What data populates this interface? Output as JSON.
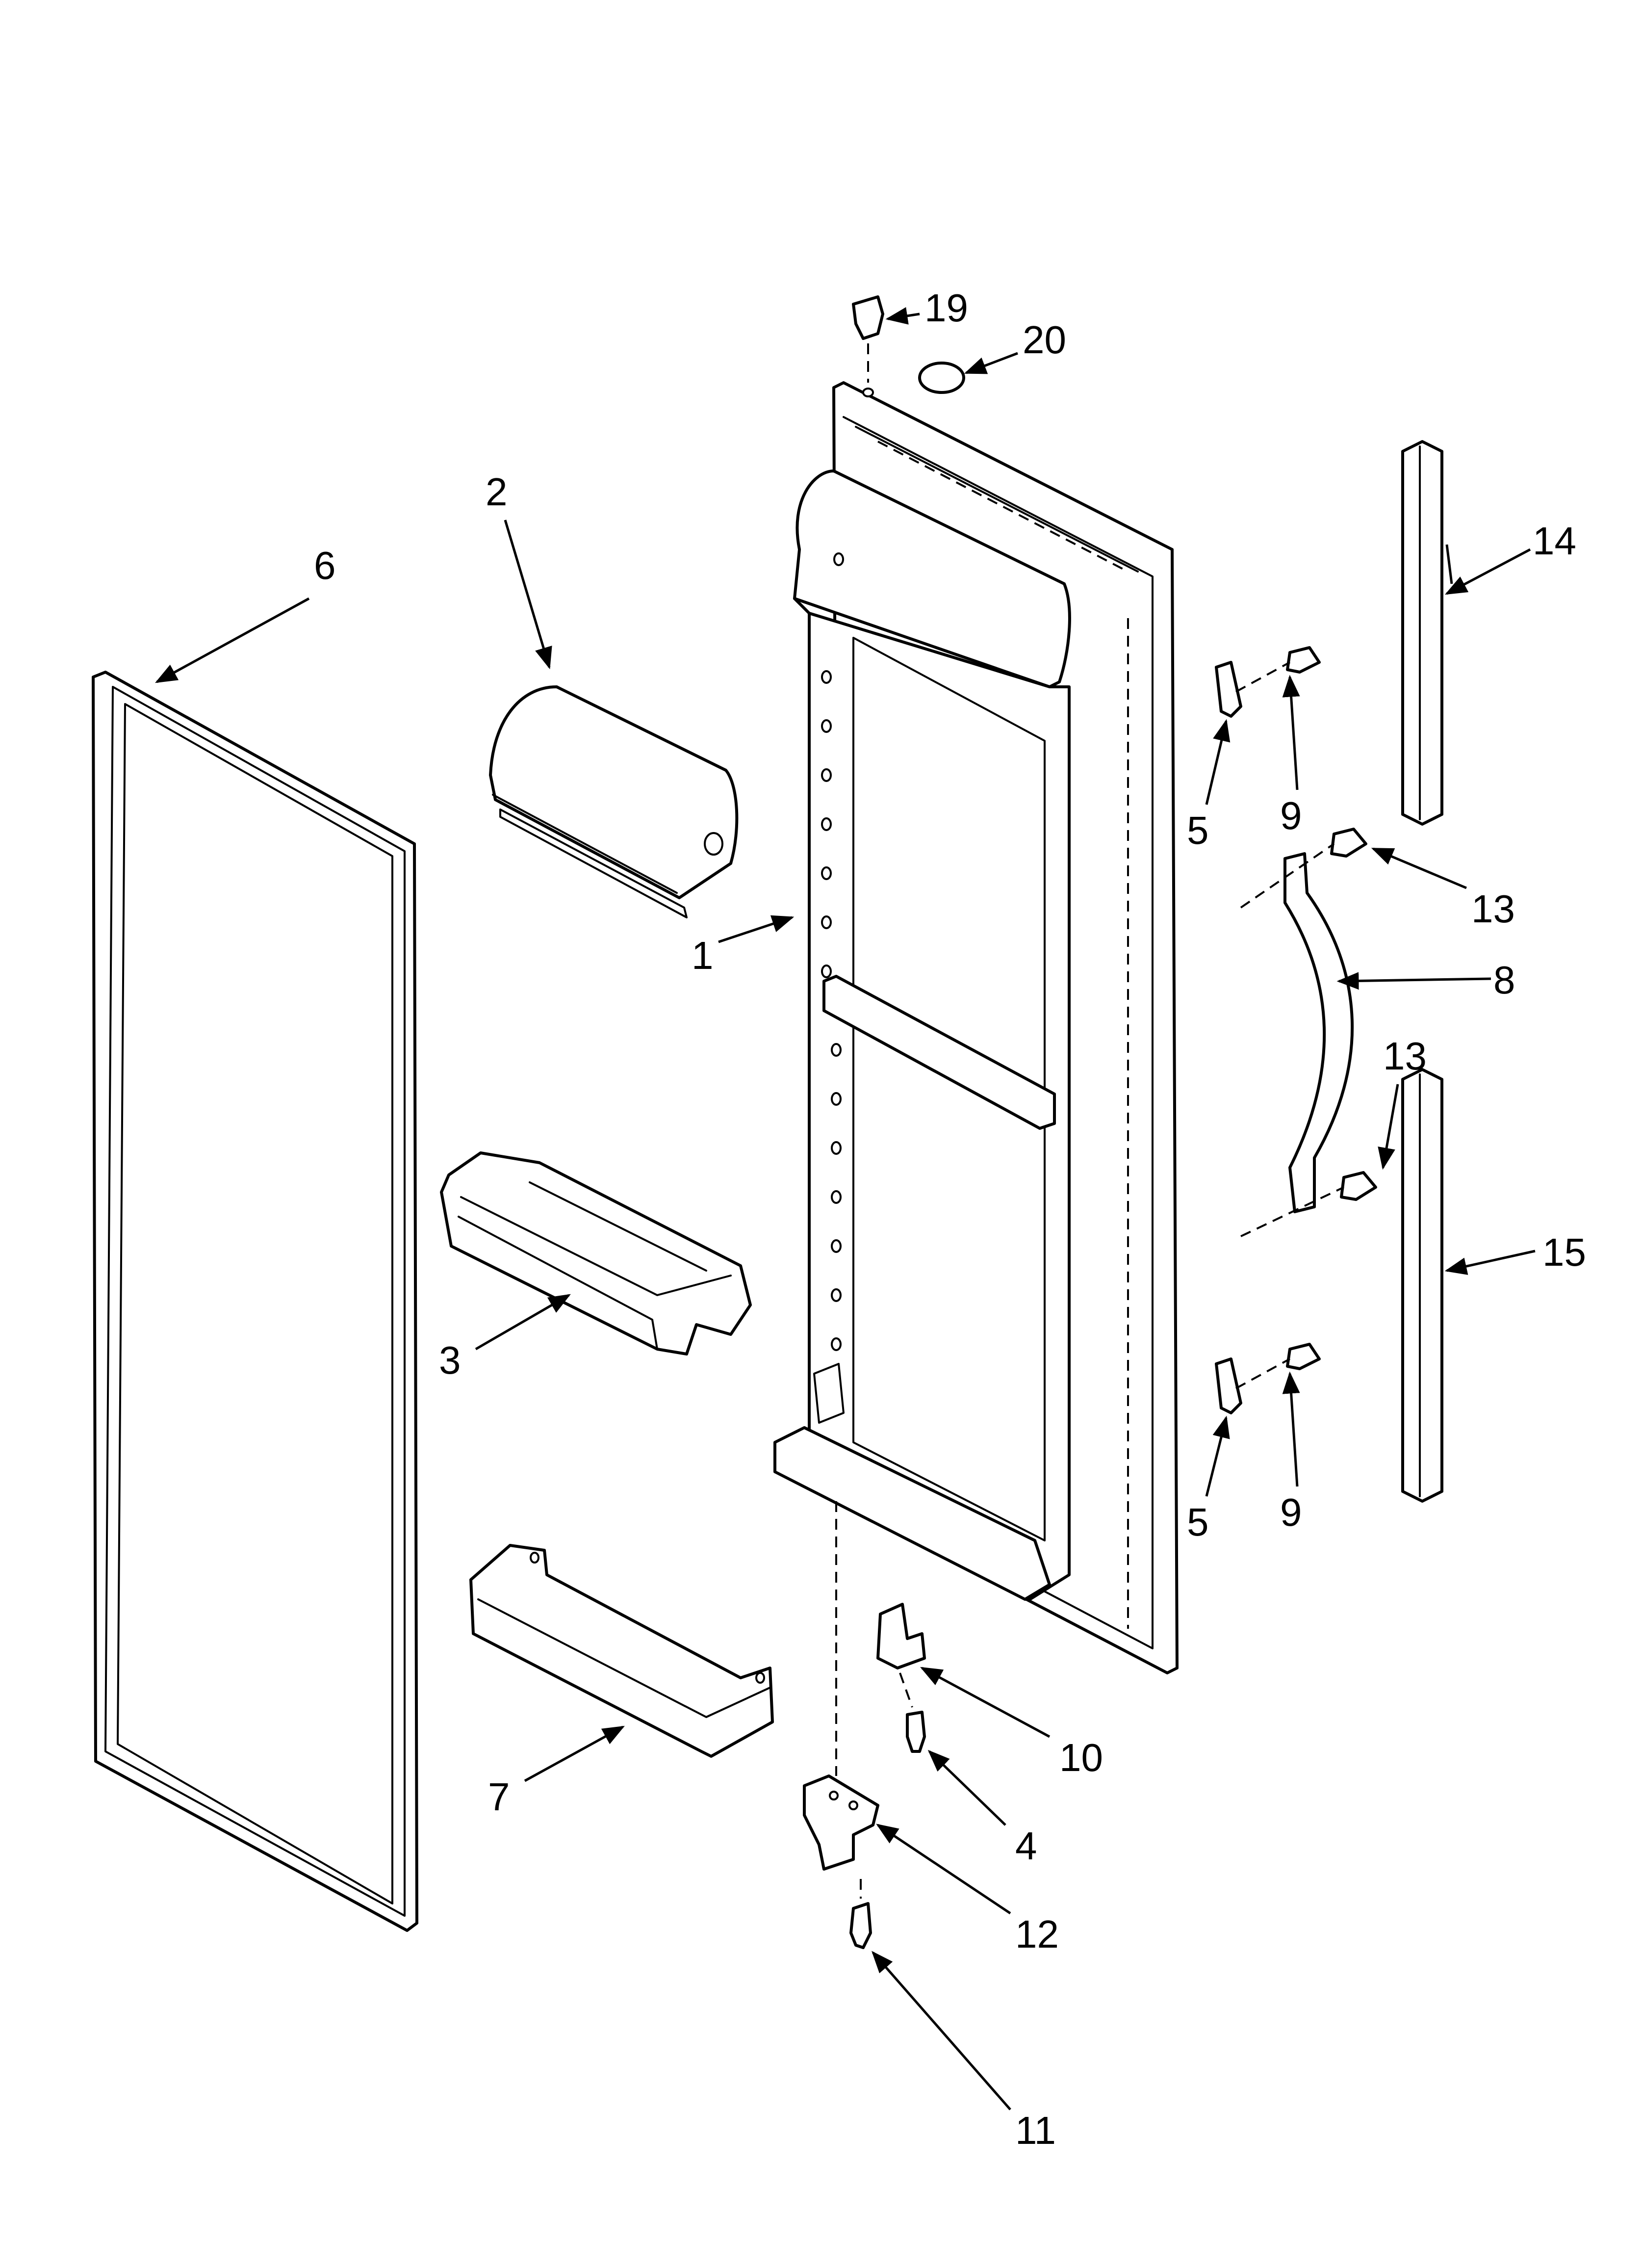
{
  "diagram": {
    "callouts": [
      {
        "id": "part-1",
        "label": "1"
      },
      {
        "id": "part-2",
        "label": "2"
      },
      {
        "id": "part-3",
        "label": "3"
      },
      {
        "id": "part-4",
        "label": "4"
      },
      {
        "id": "part-5a",
        "label": "5"
      },
      {
        "id": "part-5b",
        "label": "5"
      },
      {
        "id": "part-6",
        "label": "6"
      },
      {
        "id": "part-7",
        "label": "7"
      },
      {
        "id": "part-8",
        "label": "8"
      },
      {
        "id": "part-9a",
        "label": "9"
      },
      {
        "id": "part-9b",
        "label": "9"
      },
      {
        "id": "part-10",
        "label": "10"
      },
      {
        "id": "part-11",
        "label": "11"
      },
      {
        "id": "part-12",
        "label": "12"
      },
      {
        "id": "part-13a",
        "label": "13"
      },
      {
        "id": "part-13b",
        "label": "13"
      },
      {
        "id": "part-14",
        "label": "14"
      },
      {
        "id": "part-15",
        "label": "15"
      },
      {
        "id": "part-19",
        "label": "19"
      },
      {
        "id": "part-20",
        "label": "20"
      }
    ],
    "colors": {
      "line": "#000000",
      "background": "#ffffff"
    }
  }
}
